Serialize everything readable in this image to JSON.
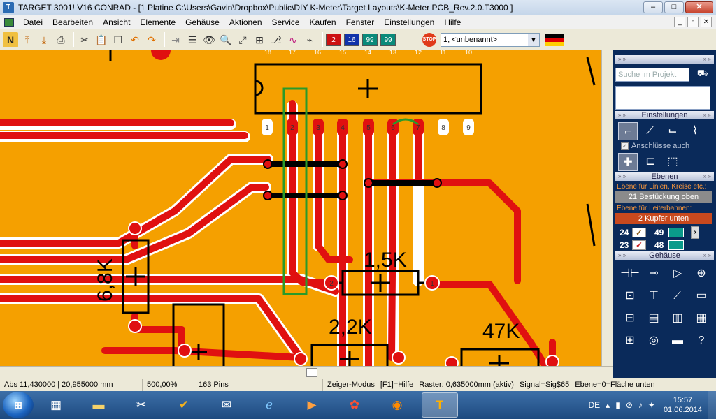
{
  "window": {
    "title": "TARGET 3001! V16 CONRAD - [1 Platine C:\\Users\\Gavin\\Dropbox\\Public\\DIY K-Meter\\Target Layouts\\K-Meter PCB_Rev.2.0.T3000 ]",
    "minimize": "–",
    "maximize": "□",
    "close": "✕"
  },
  "menu": {
    "items": [
      "Datei",
      "Bearbeiten",
      "Ansicht",
      "Elemente",
      "Gehäuse",
      "Aktionen",
      "Service",
      "Kaufen",
      "Fenster",
      "Einstellungen",
      "Hilfe"
    ],
    "mdi_min": "_",
    "mdi_max": "▫",
    "mdi_close": "✕"
  },
  "toolbar": {
    "layer_chips": [
      {
        "label": "2",
        "color": "#cc1111"
      },
      {
        "label": "16",
        "color": "#1133aa"
      },
      {
        "label": "99",
        "color": "#0a8a7a"
      },
      {
        "label": "99",
        "color": "#0a8a7a"
      }
    ],
    "stop_label": "STOP",
    "project_select": "1, <unbenannt>"
  },
  "pcb": {
    "component_labels": [
      "1,5K",
      "6,8K",
      "2,2K",
      "47K"
    ],
    "pad_numbers_top": [
      "1",
      "2",
      "3",
      "4",
      "5",
      "6",
      "7",
      "8",
      "9"
    ],
    "pin_numbers_header": [
      "18",
      "17",
      "16",
      "15",
      "14",
      "13",
      "12",
      "11",
      "10"
    ],
    "resistor_pins": [
      "2",
      "1"
    ]
  },
  "panel": {
    "search_placeholder": "Suche im Projekt",
    "section_settings": "Einstellungen",
    "connections_label": "Anschlüsse auch",
    "section_layers": "Ebenen",
    "lines_label": "Ebene für Linien, Kreise etc.:",
    "lines_layer": "21 Bestückung oben",
    "traces_label": "Ebene für Leiterbahnen:",
    "traces_layer": "2 Kupfer unten",
    "layer_rows": [
      {
        "left": "24",
        "right": "49",
        "check_color": "#8a5a1a"
      },
      {
        "left": "23",
        "right": "48",
        "check_color": "#cc2222"
      }
    ],
    "section_package": "Gehäuse"
  },
  "status": {
    "abs": "Abs 11,430000 | 20,955000 mm",
    "zoom": "500,00%",
    "pins": "163 Pins",
    "mode": "Zeiger-Modus",
    "help": "[F1]=Hilfe",
    "grid": "Raster: 0,635000mm (aktiv)",
    "signal": "Signal=Sig$65",
    "layer": "Ebene=0=Fläche unten"
  },
  "taskbar": {
    "lang": "DE",
    "time": "15:57",
    "date": "01.06.2014"
  },
  "colors": {
    "board": "#f5a000",
    "trace": "#e01010",
    "silkscreen": "#000000",
    "highlight": "#2a9a2a",
    "panel_bg": "#0a2a5a",
    "layer_box_grey": "#8b8b8b",
    "layer_box_red": "#c8491e"
  }
}
